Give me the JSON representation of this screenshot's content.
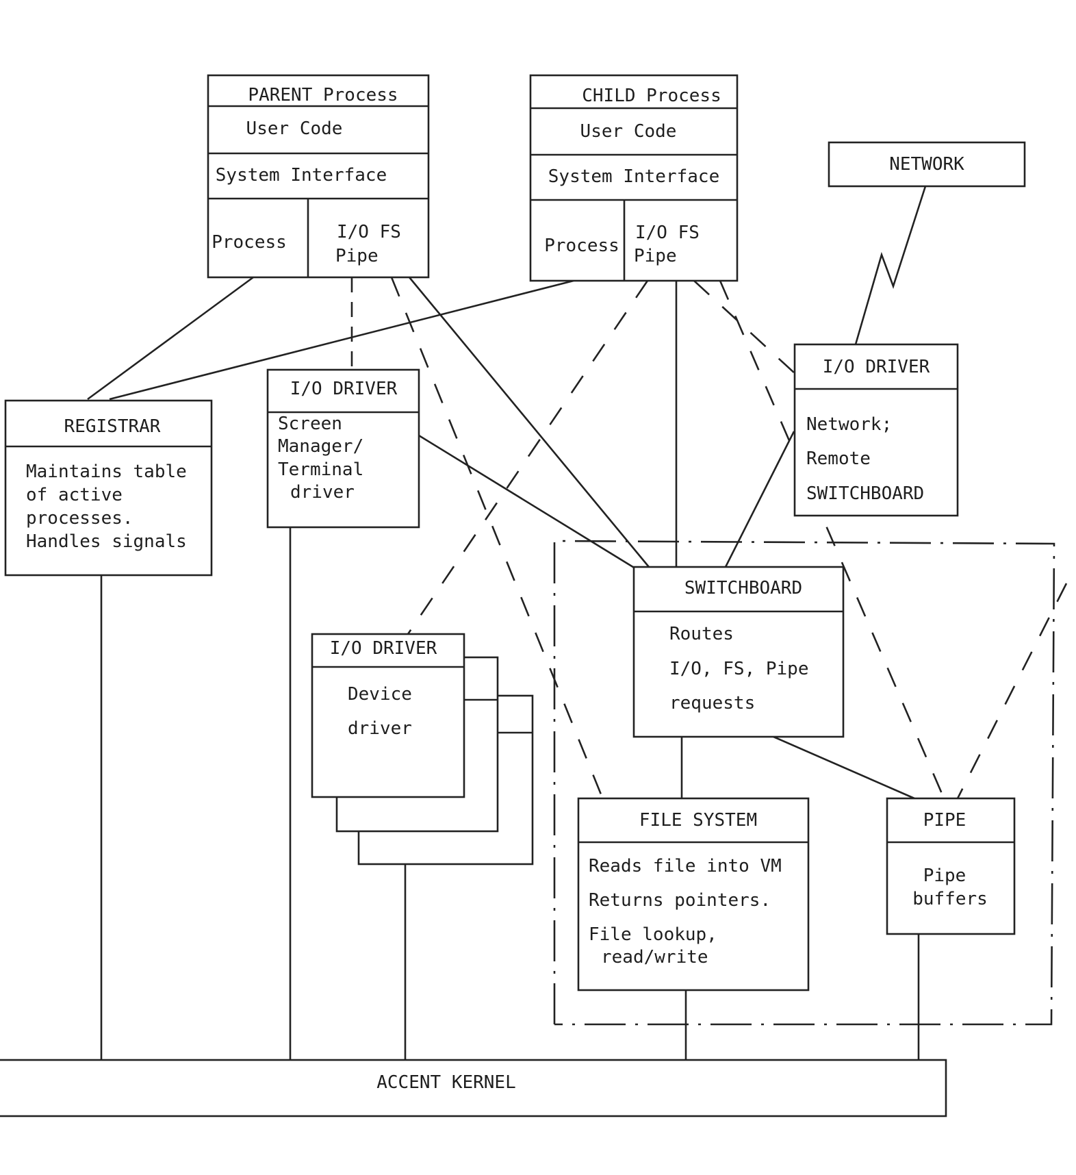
{
  "parent": {
    "title": "PARENT Process",
    "user_code": "User Code",
    "system_interface": "System Interface",
    "process": "Process",
    "io_line1": "I/O FS",
    "io_line2": "Pipe"
  },
  "child": {
    "title": "CHILD Process",
    "user_code": "User Code",
    "system_interface": "System Interface",
    "process": "Process",
    "io_line1": "I/O FS",
    "io_line2": "Pipe"
  },
  "network": {
    "title": "NETWORK"
  },
  "registrar": {
    "title": "REGISTRAR",
    "lines": [
      "Maintains table",
      "of active",
      "processes.",
      "Handles signals"
    ]
  },
  "screen_driver": {
    "title": "I/O DRIVER",
    "lines": [
      "Screen",
      "Manager/",
      "Terminal",
      "driver"
    ]
  },
  "network_driver": {
    "title": "I/O DRIVER",
    "lines": [
      "Network;",
      "Remote",
      "SWITCHBOARD"
    ]
  },
  "switchboard": {
    "title": "SWITCHBOARD",
    "lines": [
      "Routes",
      "I/O, FS, Pipe",
      "requests"
    ]
  },
  "device_driver": {
    "title": "I/O DRIVER",
    "lines": [
      "Device",
      "driver"
    ]
  },
  "file_system": {
    "title": "FILE SYSTEM",
    "lines": [
      "Reads file into VM",
      "Returns pointers.",
      "File lookup,",
      "read/write"
    ]
  },
  "pipe": {
    "title": "PIPE",
    "lines": [
      "Pipe",
      "buffers"
    ]
  },
  "kernel": {
    "title": "ACCENT KERNEL"
  }
}
